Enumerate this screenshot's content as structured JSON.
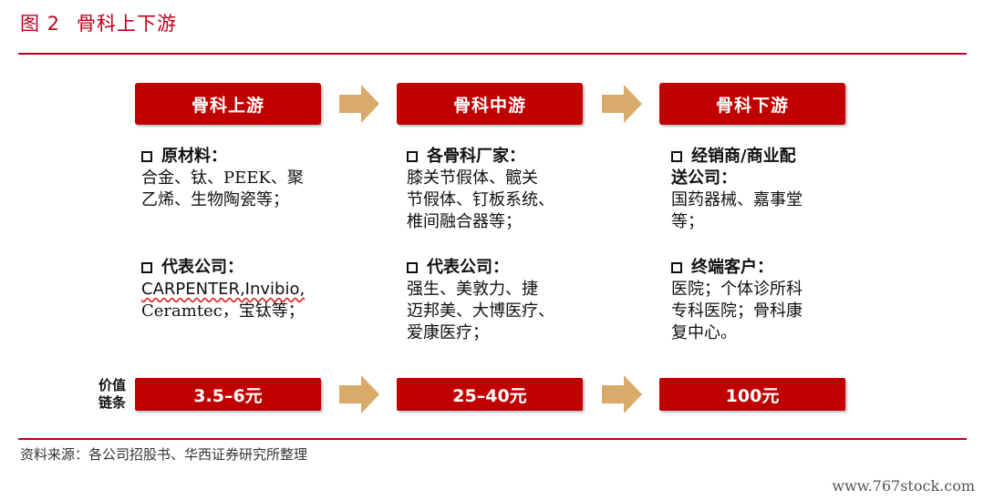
{
  "figure": {
    "number": "图 2",
    "title": "骨科上下游"
  },
  "stages": [
    {
      "label": "骨科上游",
      "sections": [
        {
          "heading": "原材料：",
          "lines": [
            "合金、钛、PEEK、聚",
            "乙烯、生物陶瓷等；"
          ]
        },
        {
          "heading": "代表公司：",
          "lines": [
            "CARPENTER,Invibio,",
            "Ceramtec，宝钛等；"
          ]
        }
      ],
      "value": "3.5–6元"
    },
    {
      "label": "骨科中游",
      "sections": [
        {
          "heading": "各骨科厂家：",
          "lines": [
            "膝关节假体、髋关",
            "节假体、钉板系统、",
            "椎间融合器等；"
          ]
        },
        {
          "heading": "代表公司：",
          "lines": [
            "强生、美敦力、捷",
            "迈邦美、大博医疗、",
            "爱康医疗；"
          ]
        }
      ],
      "value": "25–40元"
    },
    {
      "label": "骨科下游",
      "sections": [
        {
          "heading_lines": [
            "经销商/商业配",
            "送公司："
          ],
          "lines": [
            "国药器械、嘉事堂",
            "等；"
          ]
        },
        {
          "heading": "终端客户：",
          "lines": [
            "医院；个体诊所科",
            "专科医院；骨科康",
            "复中心。"
          ]
        }
      ],
      "value": "100元"
    }
  ],
  "value_chain_label": [
    "价值",
    "链条"
  ],
  "source": "资料来源：各公司招股书、华西证券研究所整理",
  "watermark": "www.767stock.com",
  "colors": {
    "accent": "#c00000",
    "arrow": "#d9aa6a",
    "title": "#c0001a"
  }
}
